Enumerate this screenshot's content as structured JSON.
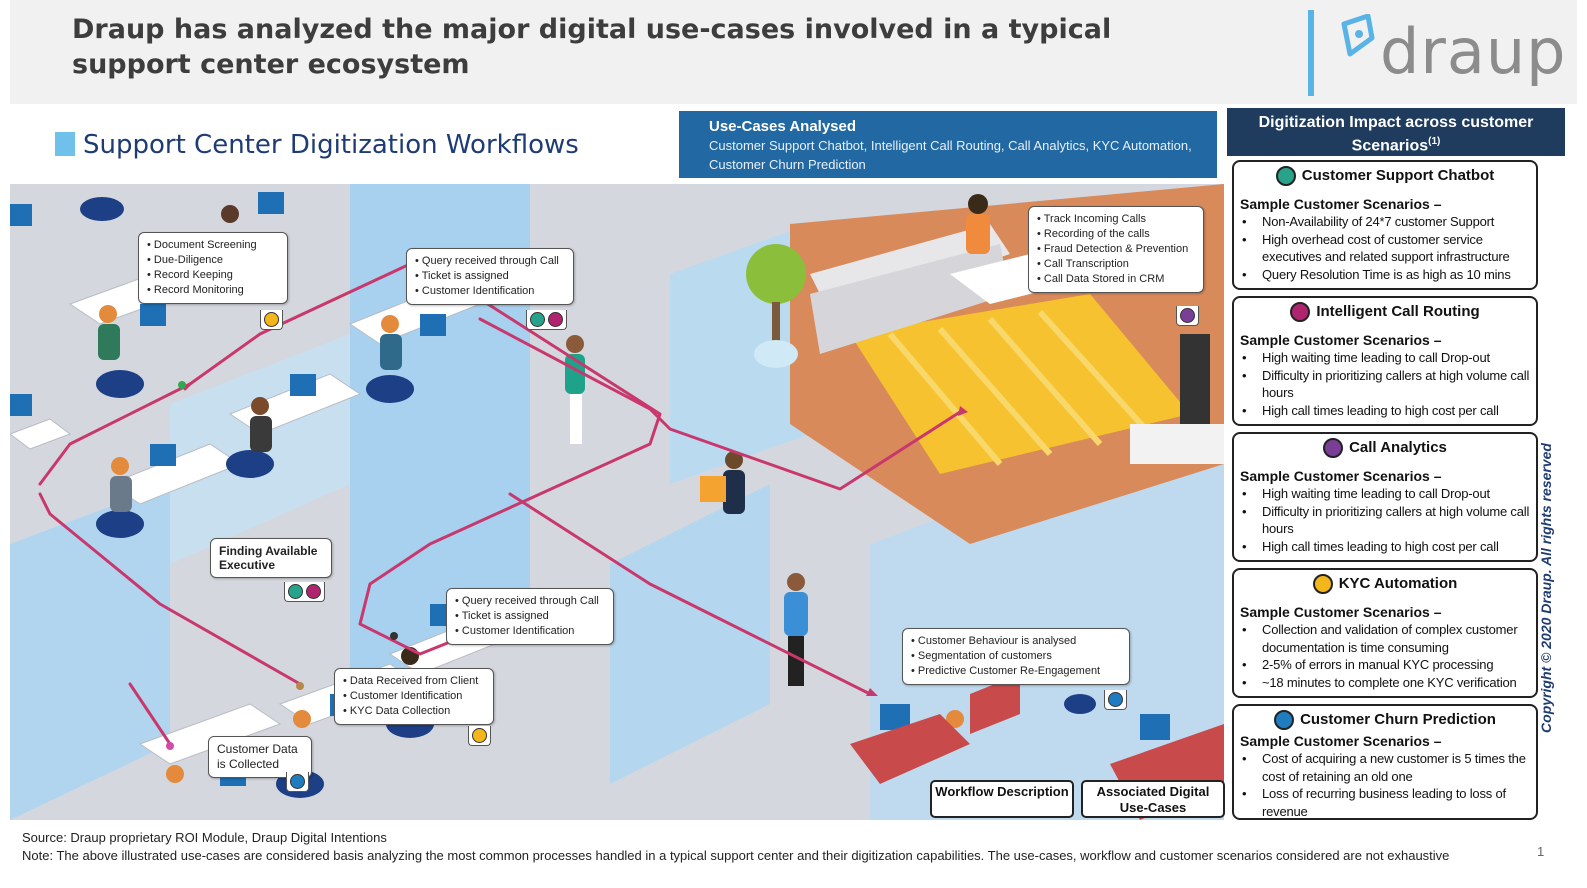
{
  "header": {
    "title": "Draup has analyzed the major digital use-cases involved in a typical support center ecosystem",
    "logo_text": "draup"
  },
  "subtitle": "Support Center Digitization Workflows",
  "usecases": {
    "title": "Use-Cases Analysed",
    "list": "Customer Support Chatbot, Intelligent Call Routing, Call Analytics, KYC Automation, Customer Churn Prediction"
  },
  "callouts": {
    "doc_screening": [
      "Document Screening",
      "Due-Diligence",
      "Record Keeping",
      "Record Monitoring"
    ],
    "query_top": [
      "Query received through Call",
      "Ticket is assigned",
      "Customer Identification"
    ],
    "track_calls": [
      "Track Incoming Calls",
      "Recording of the calls",
      "Fraud Detection & Prevention",
      "Call Transcription",
      "Call Data Stored in CRM"
    ],
    "finding_exec": "Finding Available Executive",
    "query_mid": [
      "Query received through Call",
      "Ticket is assigned",
      "Customer Identification"
    ],
    "data_received": [
      "Data Received from Client",
      "Customer Identification",
      "KYC Data Collection"
    ],
    "customer_data": "Customer Data is Collected",
    "behaviour": [
      "Customer Behaviour is analysed",
      "Segmentation of customers",
      "Predictive Customer Re-Engagement"
    ]
  },
  "legend": {
    "workflow": "Workflow Description",
    "associated": "Associated Digital Use-Cases"
  },
  "right_panel": {
    "header": "Digitization Impact across customer Scenarios",
    "header_sup": "(1)",
    "cards": [
      {
        "title": "Customer Support Chatbot",
        "subtitle": "Sample Customer Scenarios –",
        "items": [
          "Non-Availability of 24*7 customer Support",
          "High overhead cost of customer service executives and related support infrastructure",
          "Query Resolution Time is as high as 10 mins"
        ]
      },
      {
        "title": "Intelligent Call Routing",
        "subtitle": "Sample Customer Scenarios –",
        "items": [
          "High waiting time leading to call Drop-out",
          "Difficulty in prioritizing callers at high volume call hours",
          "High call times leading to high cost per call"
        ]
      },
      {
        "title": "Call Analytics",
        "subtitle": "Sample Customer Scenarios –",
        "items": [
          "High waiting time leading to call Drop-out",
          "Difficulty in prioritizing callers at high volume call hours",
          "High call times leading to high cost per call"
        ]
      },
      {
        "title": "KYC Automation",
        "subtitle": "Sample Customer Scenarios –",
        "items": [
          "Collection and validation of complex customer documentation is time consuming",
          "2-5% of errors in manual KYC processing",
          "~18 minutes to complete one KYC verification"
        ]
      },
      {
        "title": "Customer Churn Prediction",
        "subtitle": "Sample Customer Scenarios –",
        "items": [
          "Cost of acquiring a new customer is 5 times the cost of retaining an old one",
          "Loss of recurring business leading to loss of revenue"
        ]
      }
    ]
  },
  "copyright": "Copyright © 2020 Draup. All rights reserved",
  "footer": {
    "source": "Source: Draup proprietary ROI Module, Draup Digital Intentions",
    "note": "Note: The above illustrated use-cases are considered basis analyzing the most common processes handled in a typical support center and their digitization capabilities. The use-cases, workflow and customer scenarios considered are not exhaustive"
  },
  "page_number": "1",
  "colors": {
    "chatbot": "#28a28a",
    "call_routing": "#b0246f",
    "call_analytics": "#7a3e96",
    "kyc": "#f3b61b",
    "churn": "#1f7dbf",
    "workflow_line": "#c9386d"
  }
}
